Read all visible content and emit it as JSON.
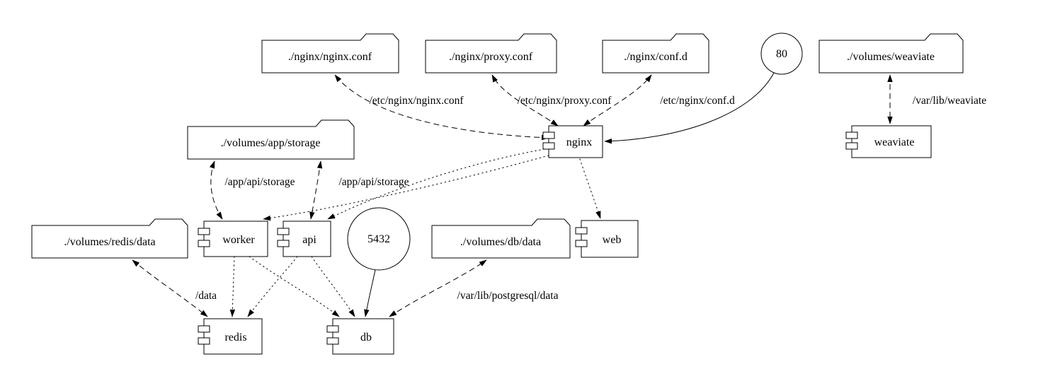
{
  "diagram_type": "docker-compose-graph",
  "nodes": {
    "nginx_conf_vol": {
      "label": "./nginx/nginx.conf",
      "type": "volume-folder"
    },
    "proxy_conf_vol": {
      "label": "./nginx/proxy.conf",
      "type": "volume-folder"
    },
    "conf_d_vol": {
      "label": "./nginx/conf.d",
      "type": "volume-folder"
    },
    "port_80": {
      "label": "80",
      "type": "port-circle"
    },
    "weaviate_vol": {
      "label": "./volumes/weaviate",
      "type": "volume-folder"
    },
    "app_storage_vol": {
      "label": "./volumes/app/storage",
      "type": "volume-folder"
    },
    "nginx": {
      "label": "nginx",
      "type": "service-component"
    },
    "weaviate": {
      "label": "weaviate",
      "type": "service-component"
    },
    "redis_data_vol": {
      "label": "./volumes/redis/data",
      "type": "volume-folder"
    },
    "worker": {
      "label": "worker",
      "type": "service-component"
    },
    "api": {
      "label": "api",
      "type": "service-component"
    },
    "port_5432": {
      "label": "5432",
      "type": "port-circle"
    },
    "db_data_vol": {
      "label": "./volumes/db/data",
      "type": "volume-folder"
    },
    "web": {
      "label": "web",
      "type": "service-component"
    },
    "redis": {
      "label": "redis",
      "type": "service-component"
    },
    "db": {
      "label": "db",
      "type": "service-component"
    }
  },
  "edges": [
    {
      "from": "nginx",
      "to": "./nginx/nginx.conf",
      "label": "/etc/nginx/nginx.conf",
      "style": "dashed",
      "direction": "both"
    },
    {
      "from": "nginx",
      "to": "./nginx/proxy.conf",
      "label": "/etc/nginx/proxy.conf",
      "style": "dashed",
      "direction": "both"
    },
    {
      "from": "nginx",
      "to": "./nginx/conf.d",
      "label": "/etc/nginx/conf.d",
      "style": "dashed",
      "direction": "both"
    },
    {
      "from": "80",
      "to": "nginx",
      "label": "",
      "style": "solid",
      "direction": "to"
    },
    {
      "from": "weaviate",
      "to": "./volumes/weaviate",
      "label": "/var/lib/weaviate",
      "style": "dashed",
      "direction": "both"
    },
    {
      "from": "worker",
      "to": "./volumes/app/storage",
      "label": "/app/api/storage",
      "style": "dashed",
      "direction": "both"
    },
    {
      "from": "api",
      "to": "./volumes/app/storage",
      "label": "/app/api/storage",
      "style": "dashed",
      "direction": "both"
    },
    {
      "from": "redis",
      "to": "./volumes/redis/data",
      "label": "/data",
      "style": "dashed",
      "direction": "both"
    },
    {
      "from": "db",
      "to": "./volumes/db/data",
      "label": "/var/lib/postgresql/data",
      "style": "dashed",
      "direction": "both"
    },
    {
      "from": "5432",
      "to": "db",
      "label": "",
      "style": "solid",
      "direction": "to"
    },
    {
      "from": "nginx",
      "to": "web",
      "label": "",
      "style": "dotted",
      "direction": "to"
    },
    {
      "from": "nginx",
      "to": "api",
      "label": "",
      "style": "dotted",
      "direction": "to"
    },
    {
      "from": "nginx",
      "to": "worker",
      "label": "",
      "style": "dotted",
      "direction": "to"
    },
    {
      "from": "worker",
      "to": "redis",
      "label": "",
      "style": "dotted",
      "direction": "to"
    },
    {
      "from": "worker",
      "to": "db",
      "label": "",
      "style": "dotted",
      "direction": "to"
    },
    {
      "from": "api",
      "to": "redis",
      "label": "",
      "style": "dotted",
      "direction": "to"
    },
    {
      "from": "api",
      "to": "db",
      "label": "",
      "style": "dotted",
      "direction": "to"
    }
  ]
}
